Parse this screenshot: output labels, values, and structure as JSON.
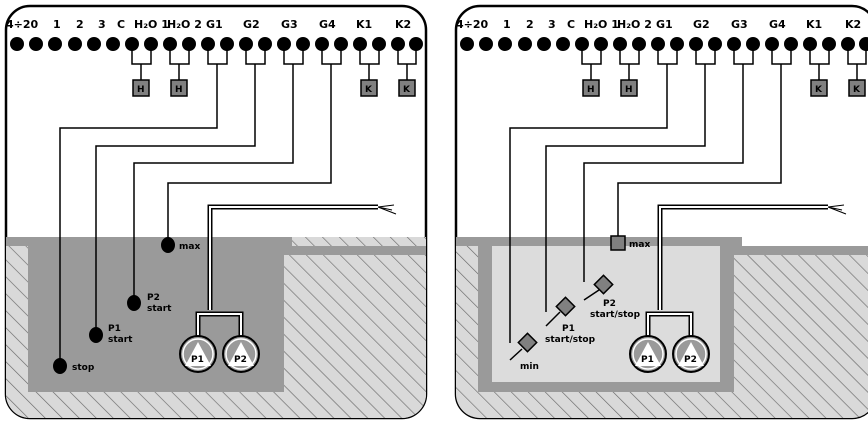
{
  "colors": {
    "frame": "#000000",
    "ground": "#d9d9d9",
    "wall": "#9a9a9a",
    "water_left": "#9a9a9a",
    "water_right": "#dcdcdc",
    "hatch": "#707070",
    "sensor_box": "#808080",
    "pump_body": "#9a9a9a"
  },
  "panels": [
    {
      "terminals": [
        "4÷20",
        "1",
        "2",
        "3",
        "C",
        "H₂O 1",
        "H₂O 2",
        "G1",
        "G2",
        "G3",
        "G4",
        "K1",
        "K2"
      ],
      "relays": [
        "H",
        "H",
        "K",
        "K"
      ],
      "sensors": {
        "max": "max",
        "p2": [
          "P2",
          "start"
        ],
        "p1": [
          "P1",
          "start"
        ],
        "bottom": "stop"
      },
      "pumps": [
        "P1",
        "P2"
      ]
    },
    {
      "terminals": [
        "4÷20",
        "1",
        "2",
        "3",
        "C",
        "H₂O 1",
        "H₂O 2",
        "G1",
        "G2",
        "G3",
        "G4",
        "K1",
        "K2"
      ],
      "relays": [
        "H",
        "H",
        "K",
        "K"
      ],
      "sensors": {
        "max": "max",
        "p2": [
          "P2",
          "start/stop"
        ],
        "p1": [
          "P1",
          "start/stop"
        ],
        "bottom": "min"
      },
      "pumps": [
        "P1",
        "P2"
      ]
    }
  ]
}
